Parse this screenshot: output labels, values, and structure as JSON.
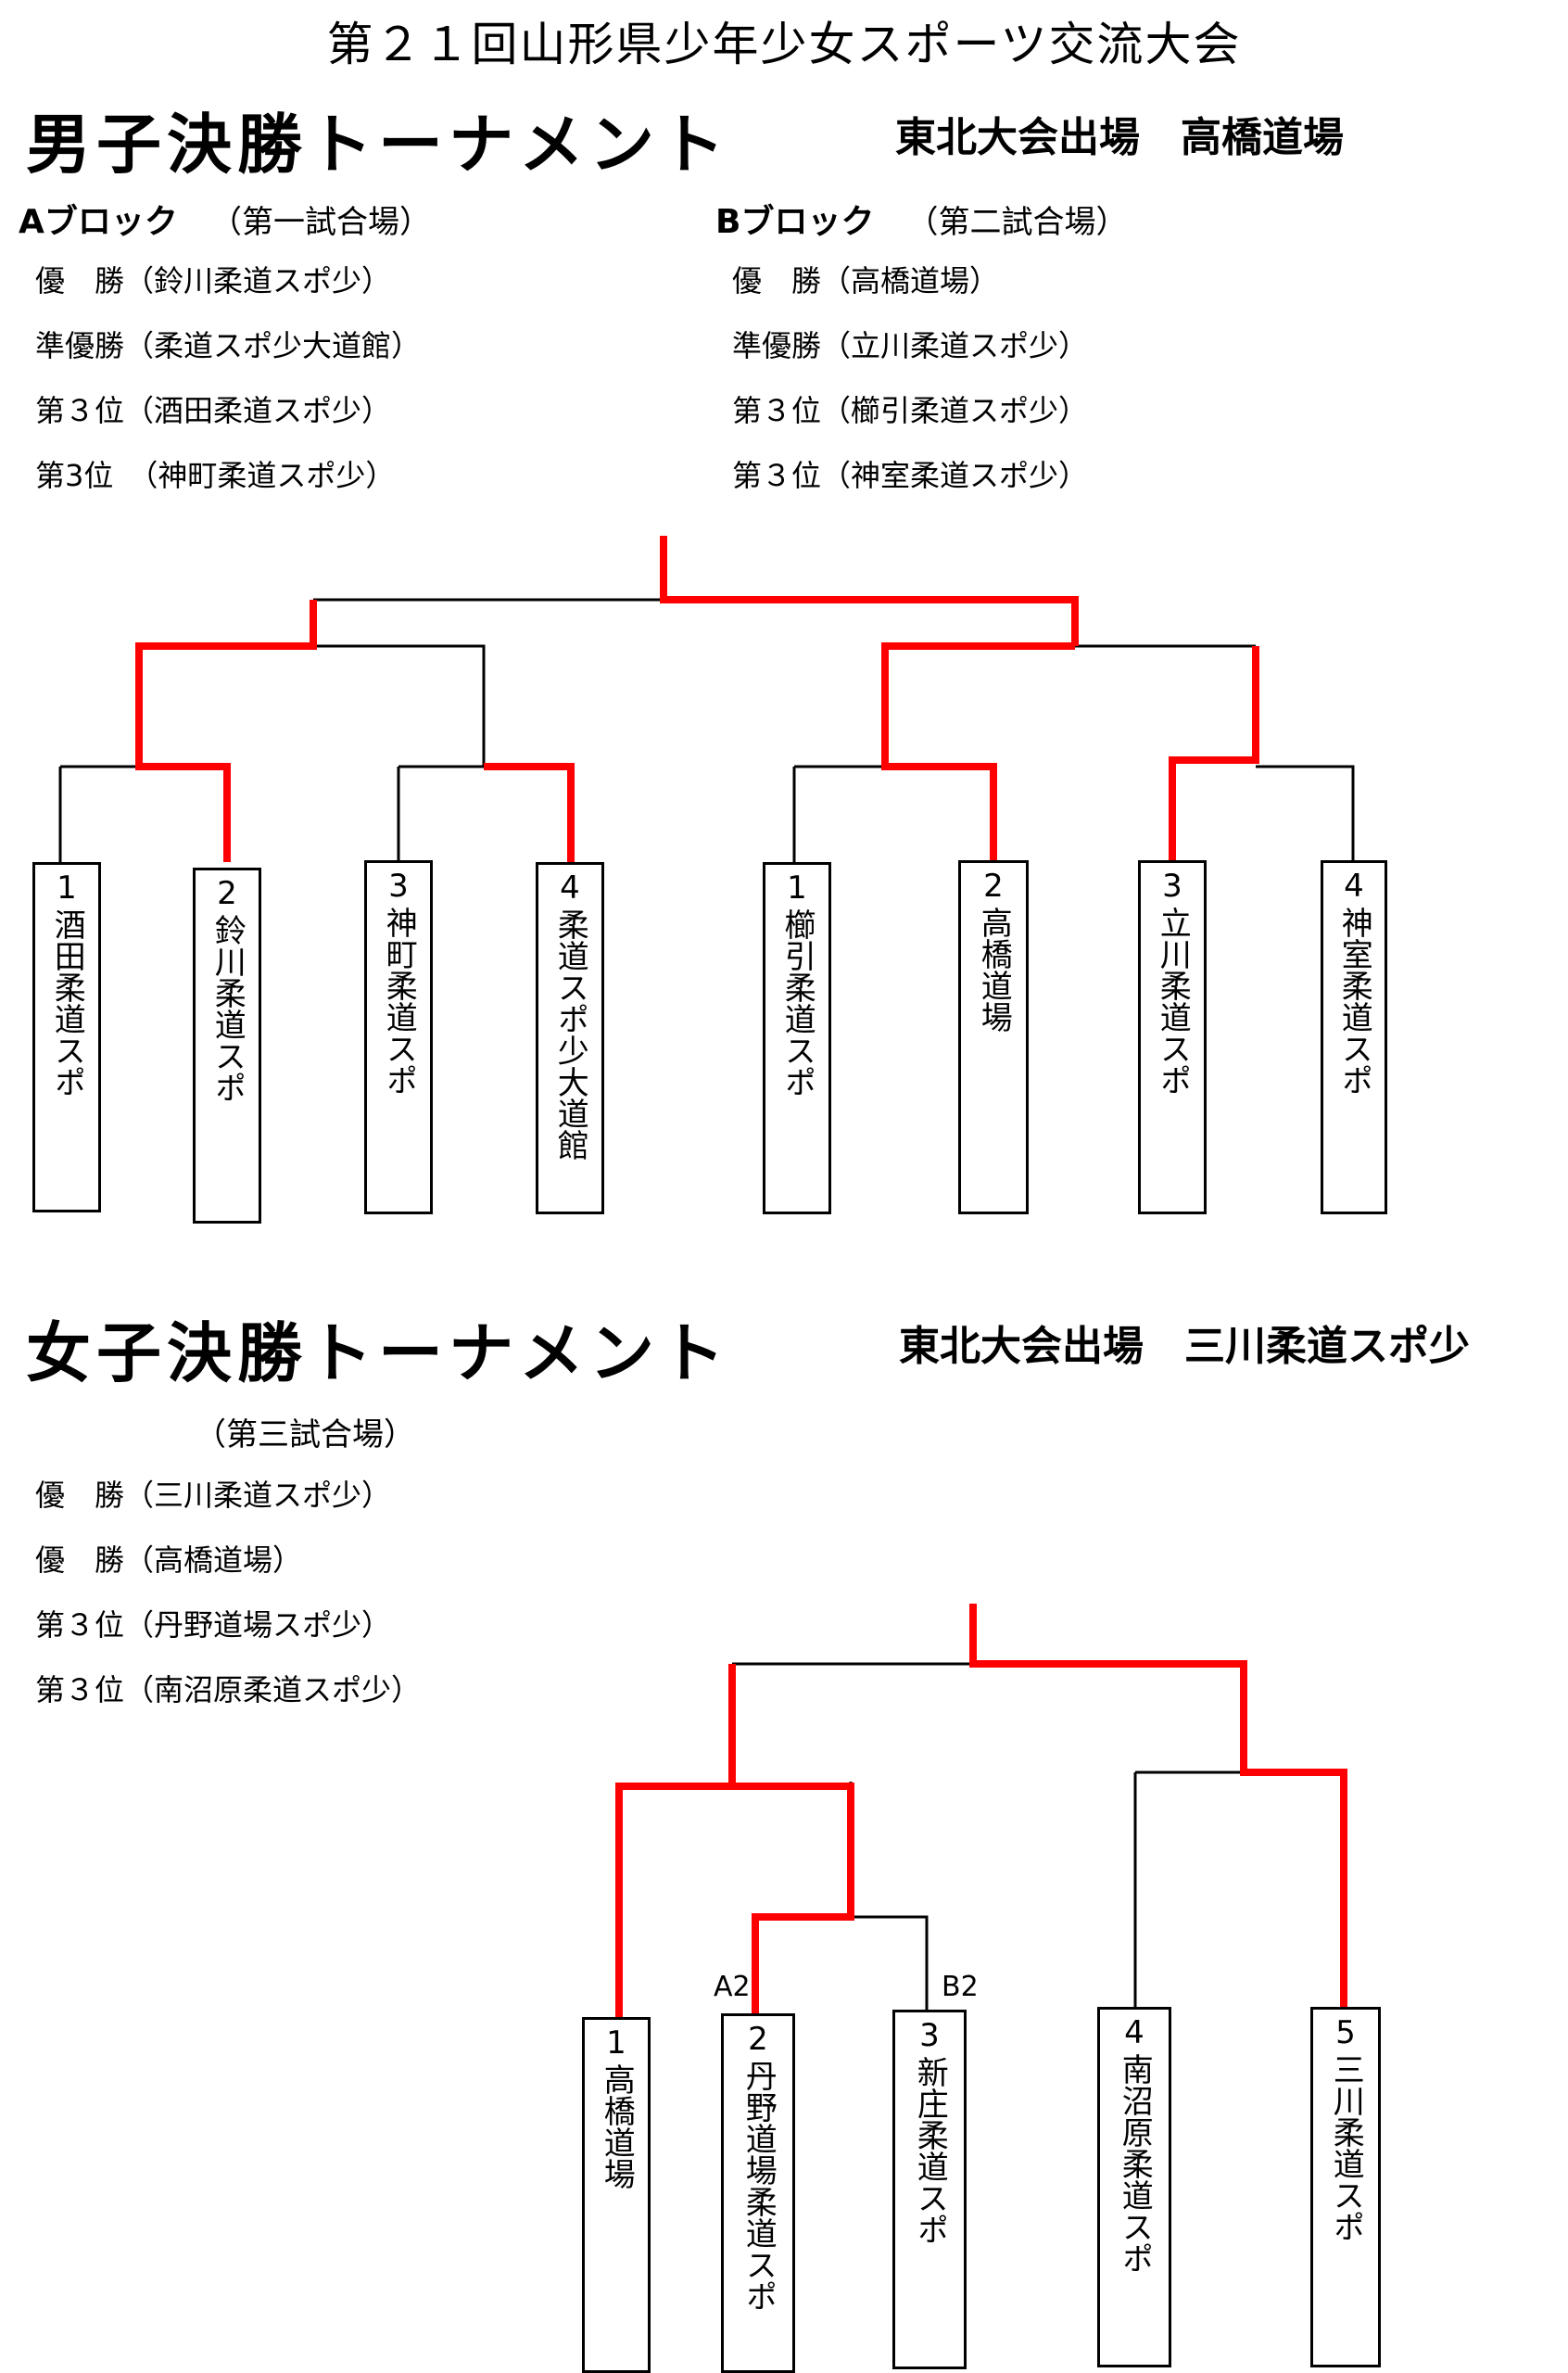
{
  "title": "第２１回山形県少年少女スポーツ交流大会",
  "boys": {
    "heading": "男子決勝トーナメント",
    "representative": "東北大会出場　高橋道場",
    "block_a": {
      "label": "Aブロック",
      "venue": "（第一試合場）",
      "results": [
        "優　勝（鈴川柔道スポ少）",
        "準優勝（柔道スポ少大道館）",
        "第３位（酒田柔道スポ少）",
        "第3位　（神町柔道スポ少）"
      ]
    },
    "block_b": {
      "label": "Bブロック",
      "venue": "（第二試合場）",
      "results": [
        "優　勝（高橋道場）",
        "準優勝（立川柔道スポ少）",
        "第３位（櫛引柔道スポ少）",
        "第３位（神室柔道スポ少）"
      ]
    },
    "teams": [
      {
        "seed": "1",
        "name": "酒田柔道スポ"
      },
      {
        "seed": "2",
        "name": "鈴川柔道スポ"
      },
      {
        "seed": "3",
        "name": "神町柔道スポ"
      },
      {
        "seed": "4",
        "name": "柔道スポ少大道館"
      },
      {
        "seed": "1",
        "name": "櫛引柔道スポ"
      },
      {
        "seed": "2",
        "name": "高橋道場"
      },
      {
        "seed": "3",
        "name": "立川柔道スポ"
      },
      {
        "seed": "4",
        "name": "神室柔道スポ"
      }
    ]
  },
  "girls": {
    "heading": "女子決勝トーナメント",
    "representative": "東北大会出場　三川柔道スポ少",
    "venue": "（第三試合場）",
    "results": [
      "優　勝（三川柔道スポ少）",
      "優　勝（高橋道場）",
      "第３位（丹野道場スポ少）",
      "第３位（南沼原柔道スポ少）"
    ],
    "tags": [
      "A2",
      "B2"
    ],
    "teams": [
      {
        "seed": "1",
        "name": "高橋道場"
      },
      {
        "seed": "2",
        "name": "丹野道場柔道スポ"
      },
      {
        "seed": "3",
        "name": "新庄柔道スポ"
      },
      {
        "seed": "4",
        "name": "南沼原柔道スポ"
      },
      {
        "seed": "5",
        "name": "三川柔道スポ"
      }
    ]
  },
  "colors": {
    "winner_line": "#ff0000",
    "line": "#000000"
  }
}
